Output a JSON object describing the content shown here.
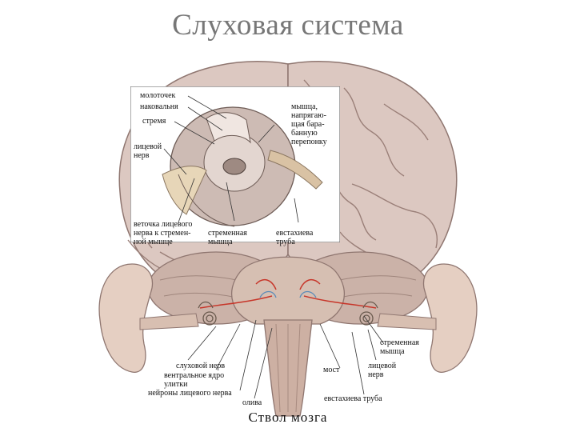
{
  "title": "Слуховая система",
  "caption": "Ствол мозга",
  "labels": {
    "malleus": "молоточек",
    "incus": "наковальня",
    "stapes": "стремя",
    "auditory_nerve_inset": "лицевой\nнерв",
    "tensor_muscle": "мышца,\nнапрягаю-\nщая бара-\nбанную\nперепонку",
    "facial_branch": "веточка лицевого\nнерва к стремен-\nной мышце",
    "stapedius_inset": "стременная\nмышца",
    "eustachian_inset": "евстахиева\nтруба",
    "auditory_nerve": "слуховой нерв",
    "ventral_nucleus": "вентральное ядро\nулитки",
    "facial_neurons": "нейроны лицевого нерва",
    "olive": "олива",
    "pons": "мост",
    "facial_nerve": "лицевой\nнерв",
    "stapedius": "стременная\nмышца",
    "eustachian": "евстахиева труба"
  },
  "colors": {
    "brain": "#d9c4bd",
    "brain_dark": "#a98d86",
    "stem": "#c8a99a",
    "ear": "#e5cfc2",
    "nerve": "#c7362a",
    "title": "#777777"
  }
}
